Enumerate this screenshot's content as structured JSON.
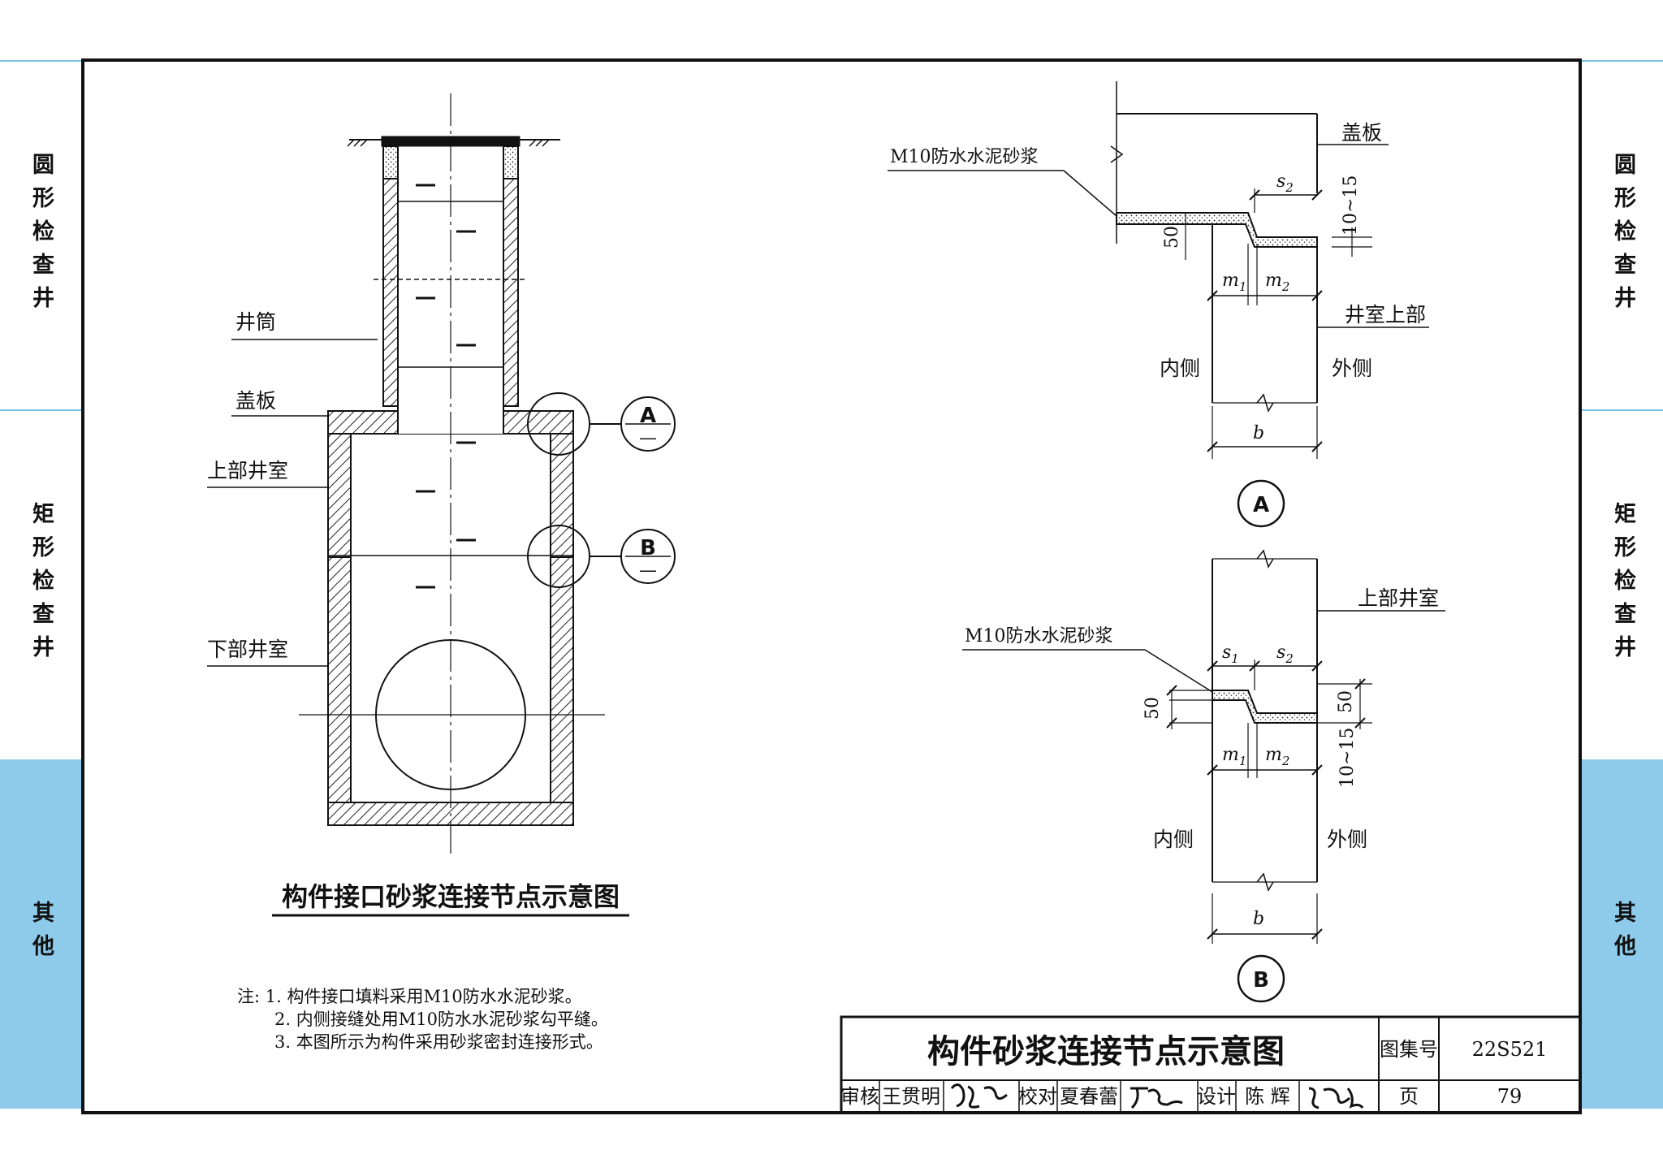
{
  "side_tabs": {
    "left": [
      {
        "label": "圆形检查井",
        "active": false
      },
      {
        "label": "矩形检查井",
        "active": false
      },
      {
        "label": "其他",
        "active": true
      }
    ],
    "right": [
      {
        "label": "圆形检查井",
        "active": false
      },
      {
        "label": "矩形检查井",
        "active": false
      },
      {
        "label": "其他",
        "active": true
      }
    ],
    "active_color": "#8ecbea",
    "line_color": "#7cc3e6"
  },
  "left_figure": {
    "labels": {
      "shaft": "井筒",
      "cover": "盖板",
      "upper_chamber": "上部井室",
      "lower_chamber": "下部井室"
    },
    "callouts": [
      {
        "letter": "A",
        "sub": "—"
      },
      {
        "letter": "B",
        "sub": "—"
      }
    ],
    "title": "构件接口砂浆连接节点示意图"
  },
  "detail_a": {
    "mortar": "M10防水水泥砂浆",
    "cover": "盖板",
    "chamber_top": "井室上部",
    "inner": "内侧",
    "outer": "外侧",
    "dim_s2": "s",
    "dim_s2_sub": "2",
    "dim_gap": "10~15",
    "dim_50": "50",
    "dim_m1": "m",
    "dim_m1_sub": "1",
    "dim_m2": "m",
    "dim_m2_sub": "2",
    "dim_b": "b",
    "marker": "A"
  },
  "detail_b": {
    "mortar": "M10防水水泥砂浆",
    "upper_chamber": "上部井室",
    "inner": "内侧",
    "outer": "外侧",
    "dim_s1": "s",
    "dim_s1_sub": "1",
    "dim_s2": "s",
    "dim_s2_sub": "2",
    "dim_50_left": "50",
    "dim_50_right": "50",
    "dim_gap": "10~15",
    "dim_m1": "m",
    "dim_m1_sub": "1",
    "dim_m2": "m",
    "dim_m2_sub": "2",
    "dim_b": "b",
    "marker": "B"
  },
  "notes": [
    "注: 1. 构件接口填料采用M10防水水泥砂浆。",
    "2. 内侧接缝处用M10防水水泥砂浆勾平缝。",
    "3. 本图所示为构件采用砂浆密封连接形式。"
  ],
  "title_block": {
    "title": "构件砂浆连接节点示意图",
    "atlas_label": "图集号",
    "atlas_no": "22S521",
    "review_label": "审核",
    "reviewer": "王贯明",
    "check_label": "校对",
    "checker": "夏春蕾",
    "design_label": "设计",
    "designer": "陈 辉",
    "page_label": "页",
    "page_no": "79"
  }
}
